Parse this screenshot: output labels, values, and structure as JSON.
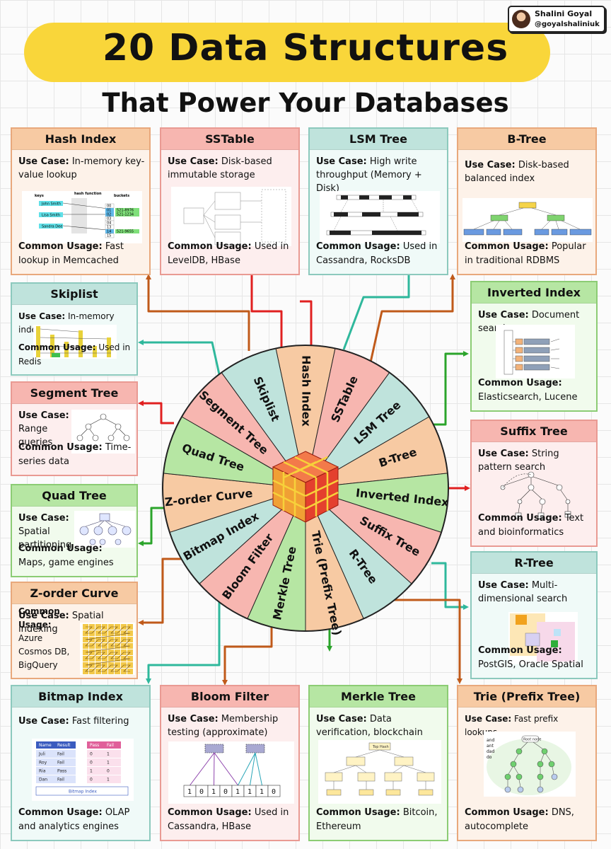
{
  "header": {
    "title": "20 Data Structures",
    "subtitle": "That Power Your Databases",
    "author_name": "Shalini Goyal",
    "author_handle": "@goyalshaliniuk"
  },
  "colors": {
    "orange": "#f7caa3",
    "pink": "#f7b6b0",
    "teal": "#bfe3dc",
    "green": "#b6e6a3",
    "title_highlight": "#f9d63a",
    "arrow_orange": "#c05a1a",
    "arrow_red": "#e02020",
    "arrow_teal": "#2fb89c",
    "arrow_green": "#2ba42b"
  },
  "labels": {
    "use_case": "Use Case:",
    "common_usage": "Common Usage:"
  },
  "wheel_segments": [
    "Hash Index",
    "SSTable",
    "LSM Tree",
    "B-Tree",
    "Inverted Index",
    "Suffix Tree",
    "R-Tree",
    "Trie (Prefix Tree)",
    "Merkle Tree",
    "Bloom Filter",
    "Bitmap Index",
    "Z-order Curve",
    "Quad Tree",
    "Segment Tree",
    "Skiplist"
  ],
  "cards": {
    "hash_index": {
      "title": "Hash Index",
      "use_case": "In-memory key-value lookup",
      "usage": "Fast lookup in Memcached",
      "diagram": {
        "keys_label": "keys",
        "hash_label": "hash function",
        "buckets_label": "buckets",
        "keys": [
          "John Smith",
          "Lisa Smith",
          "Sandra Dee"
        ],
        "bucket_indexes": [
          "00",
          "01",
          "02",
          "03",
          "04",
          "13",
          "14",
          "15"
        ],
        "bucket_values": [
          "521-8976",
          "521-1234",
          "521-9655"
        ]
      }
    },
    "sstable": {
      "title": "SSTable",
      "use_case": "Disk-based immutable storage",
      "usage": "Used in LevelDB, HBase"
    },
    "lsm_tree": {
      "title": "LSM Tree",
      "use_case": "High write throughput (Memory + Disk)",
      "usage": "Used in Cassandra, RocksDB"
    },
    "b_tree": {
      "title": "B-Tree",
      "use_case": "Disk-based balanced index",
      "usage": "Popular in traditional RDBMS"
    },
    "skiplist": {
      "title": "Skiplist",
      "use_case": "In-memory indexing",
      "usage": "Used in Redis"
    },
    "inverted_index": {
      "title": "Inverted Index",
      "use_case": "Document search",
      "usage": "Elasticsearch, Lucene"
    },
    "segment_tree": {
      "title": "Segment Tree",
      "use_case": "Range queries",
      "usage": "Time-series data"
    },
    "suffix_tree": {
      "title": "Suffix Tree",
      "use_case": "String pattern search",
      "usage": "Text and bioinformatics"
    },
    "quad_tree": {
      "title": "Quad Tree",
      "use_case": "Spatial partitioning",
      "usage": "Maps, game engines"
    },
    "r_tree": {
      "title": "R-Tree",
      "use_case": "Multi-dimensional search",
      "usage": "PostGIS, Oracle Spatial"
    },
    "z_order": {
      "title": "Z-order Curve",
      "use_case": "Spatial indexing",
      "usage": "Azure Cosmos DB, BigQuery"
    },
    "bitmap_index": {
      "title": "Bitmap Index",
      "use_case": "Fast filtering",
      "usage": "OLAP and analytics engines",
      "diagram": {
        "headers": [
          "Name",
          "Result",
          "Pass",
          "Fail"
        ],
        "rows": [
          [
            "Juli",
            "Fail",
            "0",
            "1"
          ],
          [
            "Roy",
            "Fail",
            "0",
            "1"
          ],
          [
            "Ria",
            "Pass",
            "1",
            "0"
          ],
          [
            "Dan",
            "Fail",
            "0",
            "1"
          ]
        ],
        "caption": "Bitmap Index"
      }
    },
    "bloom_filter": {
      "title": "Bloom Filter",
      "use_case": "Membership testing (approximate)",
      "usage": "Used in Cassandra, HBase",
      "diagram": {
        "bits": [
          "1",
          "0",
          "1",
          "0",
          "1",
          "1",
          "1",
          "0"
        ]
      }
    },
    "merkle_tree": {
      "title": "Merkle Tree",
      "use_case": "Data verification, blockchain",
      "usage": "Bitcoin, Ethereum",
      "diagram": {
        "root_label": "Top Hash"
      }
    },
    "trie": {
      "title": "Trie (Prefix Tree)",
      "use_case": "Fast prefix lookups",
      "usage": "DNS, autocomplete",
      "diagram": {
        "words": [
          "and",
          "ant",
          "dad",
          "do"
        ],
        "root_label": "Root node"
      }
    }
  }
}
